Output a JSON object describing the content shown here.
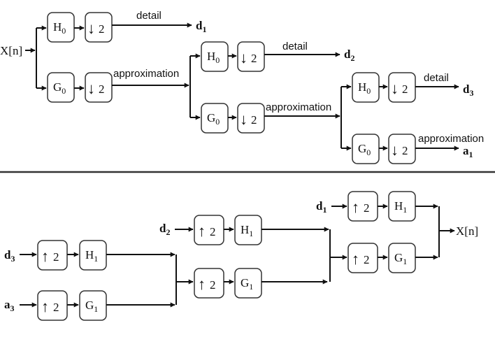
{
  "analysis": {
    "input_label": "X[n]",
    "highpass_filter": {
      "base": "H",
      "sub": "0"
    },
    "lowpass_filter": {
      "base": "G",
      "sub": "0"
    },
    "downsample": {
      "arrow": "↓",
      "factor": "2"
    },
    "detail_label": "detail",
    "approximation_label": "approximation",
    "outputs": {
      "d1": {
        "base": "d",
        "sub": "1"
      },
      "d2": {
        "base": "d",
        "sub": "2"
      },
      "d3": {
        "base": "d",
        "sub": "3"
      },
      "a1": {
        "base": "a",
        "sub": "1"
      }
    }
  },
  "synthesis": {
    "inputs": {
      "d3": {
        "base": "d",
        "sub": "3"
      },
      "a3": {
        "base": "a",
        "sub": "3"
      },
      "d2": {
        "base": "d",
        "sub": "2"
      },
      "d1": {
        "base": "d",
        "sub": "1"
      }
    },
    "highpass_filter": {
      "base": "H",
      "sub": "1"
    },
    "lowpass_filter": {
      "base": "G",
      "sub": "1"
    },
    "upsample": {
      "arrow": "↑",
      "factor": "2"
    },
    "output_label": "X[n]"
  }
}
